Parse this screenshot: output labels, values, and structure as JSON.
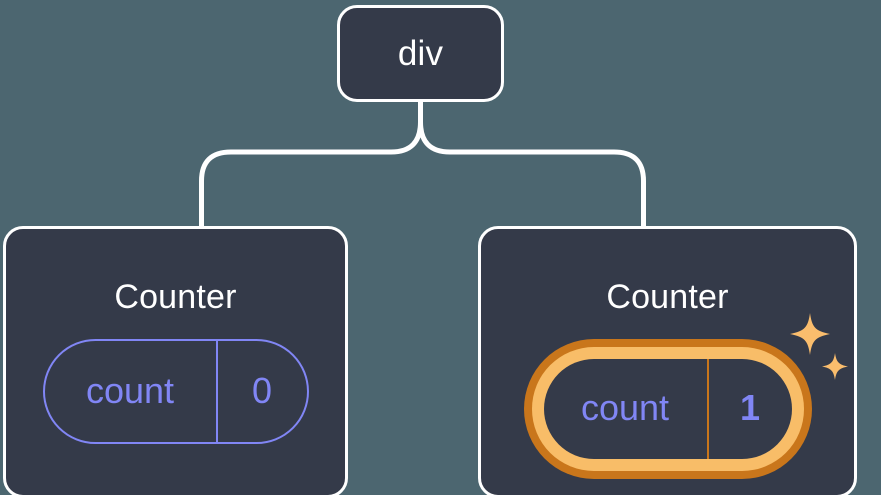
{
  "diagram": {
    "type": "component-tree",
    "background_color": "#4c6670",
    "node_fill_color": "#343a49",
    "node_border_color": "#ffffff",
    "connector_color": "#ffffff",
    "state_color": "#8186f5",
    "highlight_outer_color": "#c9761b",
    "highlight_inner_color": "#f8bd68",
    "sparkle_color": "#fabd6d",
    "root": {
      "label": "div"
    },
    "children": [
      {
        "title": "Counter",
        "state": {
          "key": "count",
          "value": "0"
        },
        "highlighted": false,
        "sparkles": false
      },
      {
        "title": "Counter",
        "state": {
          "key": "count",
          "value": "1"
        },
        "highlighted": true,
        "sparkles": true,
        "sparkle_icons": [
          "sparkle-large-icon",
          "sparkle-small-icon"
        ]
      }
    ]
  }
}
